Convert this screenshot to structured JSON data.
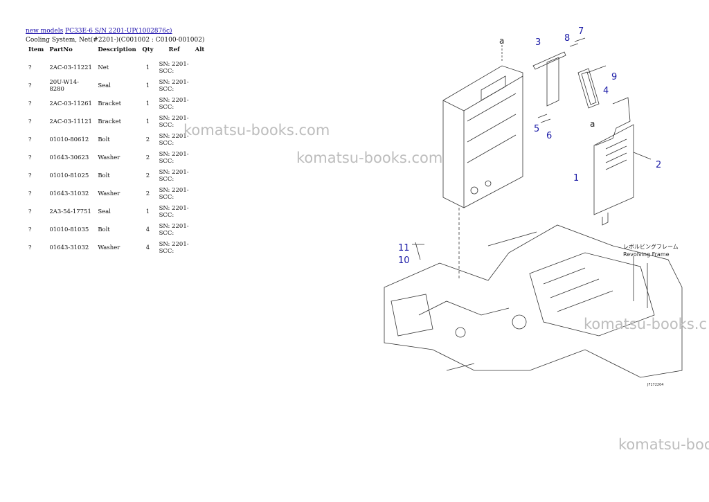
{
  "breadcrumb": {
    "link1": "new models",
    "link2": "PC33E-6 S/N 2201-UP(1002876c)"
  },
  "subtitle": "Cooling System, Net(#2201-)(C001002 : C0100-001002)",
  "table": {
    "headers": [
      "Item",
      "PartNo",
      "Description",
      "Qty",
      "Ref",
      "Alt"
    ],
    "rows": [
      {
        "item": "?",
        "part": "2AC-03-11221",
        "desc": "Net",
        "qty": "1",
        "ref1": "SN: 2201-",
        "ref2": "SCC:"
      },
      {
        "item": "?",
        "part": "20U-W14-8280",
        "desc": "Seal",
        "qty": "1",
        "ref1": "SN: 2201-",
        "ref2": "SCC:"
      },
      {
        "item": "?",
        "part": "2AC-03-11261",
        "desc": "Bracket",
        "qty": "1",
        "ref1": "SN: 2201-",
        "ref2": "SCC:"
      },
      {
        "item": "?",
        "part": "2AC-03-11121",
        "desc": "Bracket",
        "qty": "1",
        "ref1": "SN: 2201-",
        "ref2": "SCC:"
      },
      {
        "item": "?",
        "part": "01010-80612",
        "desc": "Bolt",
        "qty": "2",
        "ref1": "SN: 2201-",
        "ref2": "SCC:"
      },
      {
        "item": "?",
        "part": "01643-30623",
        "desc": "Washer",
        "qty": "2",
        "ref1": "SN: 2201-",
        "ref2": "SCC:"
      },
      {
        "item": "?",
        "part": "01010-81025",
        "desc": "Bolt",
        "qty": "2",
        "ref1": "SN: 2201-",
        "ref2": "SCC:"
      },
      {
        "item": "?",
        "part": "01643-31032",
        "desc": "Washer",
        "qty": "2",
        "ref1": "SN: 2201-",
        "ref2": "SCC:"
      },
      {
        "item": "?",
        "part": "2A3-54-17751",
        "desc": "Seal",
        "qty": "1",
        "ref1": "SN: 2201-",
        "ref2": "SCC:"
      },
      {
        "item": "?",
        "part": "01010-81035",
        "desc": "Bolt",
        "qty": "4",
        "ref1": "SN: 2201-",
        "ref2": "SCC:"
      },
      {
        "item": "?",
        "part": "01643-31032",
        "desc": "Washer",
        "qty": "4",
        "ref1": "SN: 2201-",
        "ref2": "SCC:"
      }
    ]
  },
  "watermarks": [
    "komatsu-books.com",
    "komatsu-books.com",
    "komatsu-books.c",
    "komatsu-boo"
  ],
  "diagram": {
    "callouts": [
      "1",
      "2",
      "3",
      "4",
      "5",
      "6",
      "7",
      "8",
      "9",
      "10",
      "11"
    ],
    "marker": "a",
    "frame_label_jp": "レボルビングフレーム",
    "frame_label_en": "Revolving Frame",
    "code": "JF172204",
    "callout_color": "#1a1aa6"
  }
}
